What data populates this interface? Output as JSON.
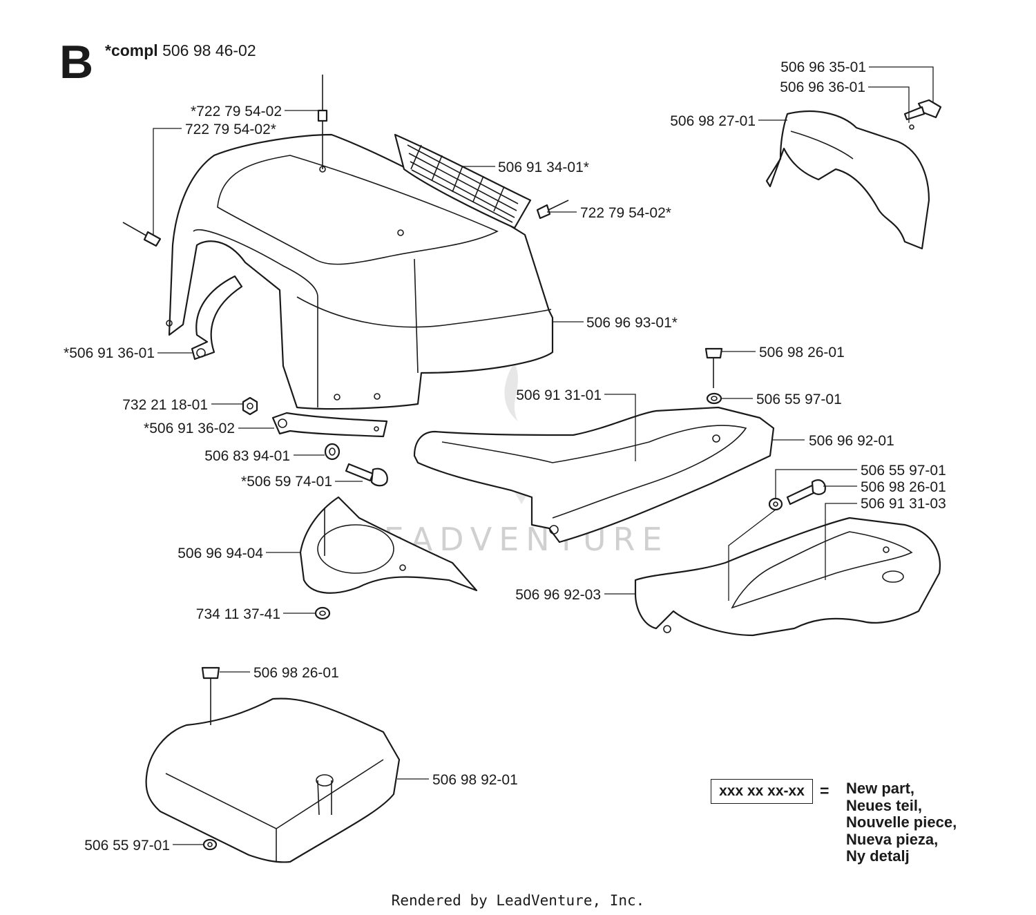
{
  "section": "B",
  "compl": {
    "prefix": "*compl",
    "number": "506 98 46-02"
  },
  "watermark": "LEADVENTURE",
  "labels": [
    "*722 79 54-02",
    "722 79 54-02*",
    "506 91 34-01*",
    "722 79 54-02*",
    "506 96 93-01*",
    "*506 91 36-01",
    "732 21 18-01",
    "*506 91 36-02",
    "506 83 94-01",
    "*506 59 74-01",
    "506 96 94-04",
    "734 11 37-41",
    "506 96 35-01",
    "506 96 36-01",
    "506 98 27-01",
    "506 98 26-01",
    "506 55 97-01",
    "506 91 31-01",
    "506 96 92-01",
    "506 55 97-01",
    "506 98 26-01",
    "506 91 31-03",
    "506 96 92-03",
    "506 98 26-01",
    "506 98 92-01",
    "506 55 97-01"
  ],
  "legend": {
    "code": "xxx xx xx-xx",
    "equals": "=",
    "lines": [
      "New part,",
      "Neues teil,",
      "Nouvelle piece,",
      "Nueva pieza,",
      "Ny detalj"
    ]
  },
  "footer": "Rendered by LeadVenture, Inc."
}
